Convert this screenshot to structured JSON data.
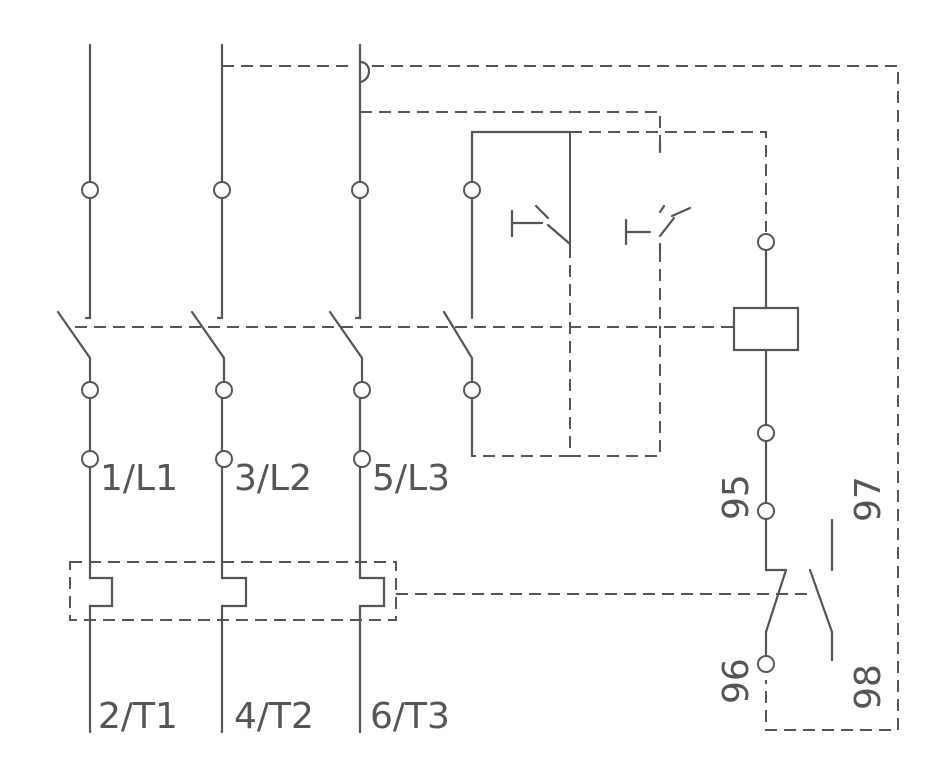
{
  "labels": {
    "line_terminals": [
      "1/L1",
      "3/L2",
      "5/L3"
    ],
    "load_terminals": [
      "2/T1",
      "4/T2",
      "6/T3"
    ],
    "aux_contacts": [
      "95",
      "96",
      "97",
      "98"
    ]
  },
  "colors": {
    "line": "#555555",
    "background": "#ffffff"
  }
}
